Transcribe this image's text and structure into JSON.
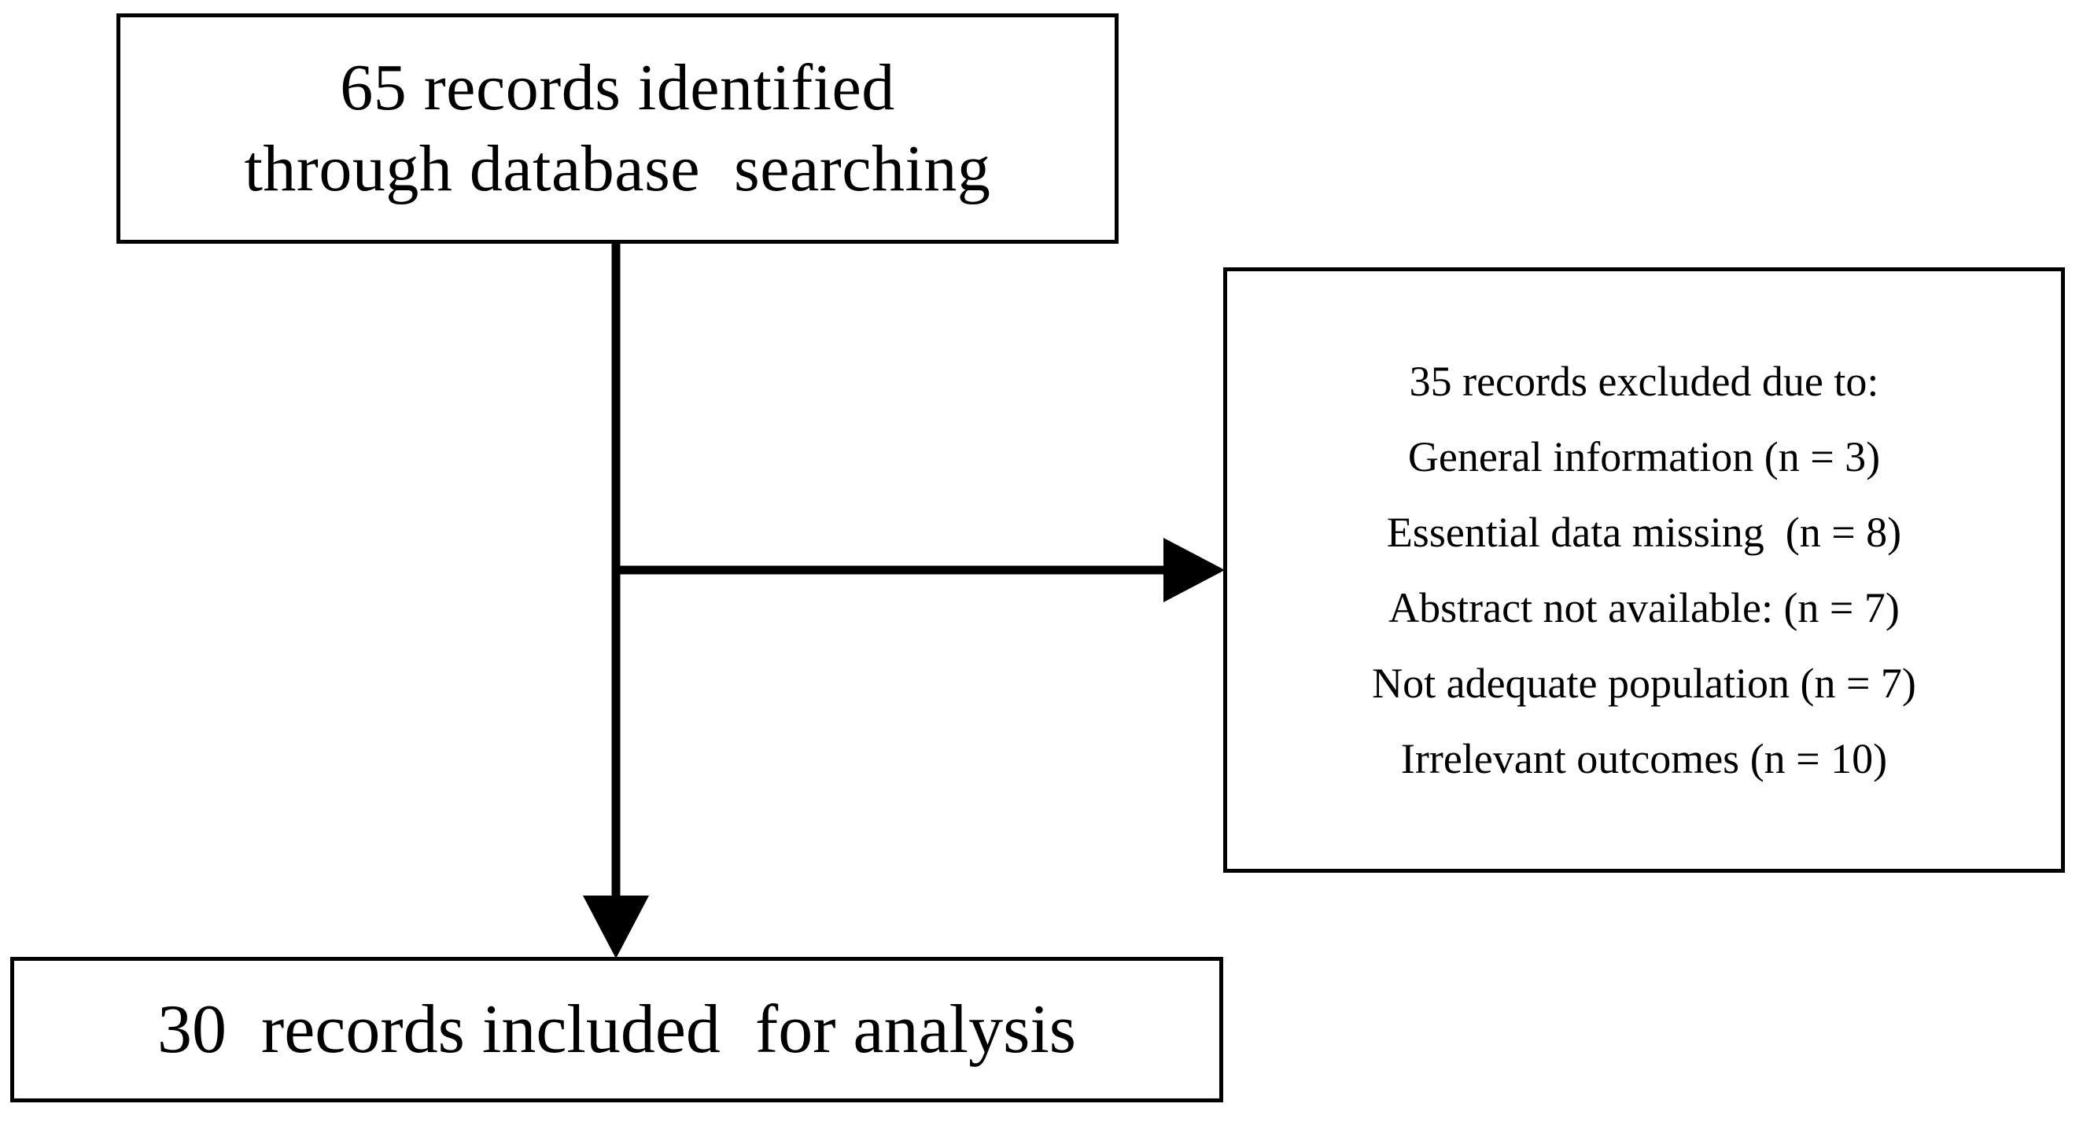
{
  "diagram": {
    "type": "prisma-flow-diagram",
    "background_color": "#ffffff",
    "line_color": "#000000",
    "text_color": "#000000",
    "nodes": {
      "identified": {
        "lines": [
          "65 records identified",
          "through database  searching"
        ]
      },
      "excluded": {
        "lines": [
          "35 records excluded due to:",
          "General information (n = 3)",
          "Essential data missing  (n = 8)",
          "Abstract not available: (n = 7)",
          "Not adequate population (n = 7)",
          "Irrelevant outcomes (n = 10)"
        ]
      },
      "included": {
        "lines": [
          "30  records included  for analysis"
        ]
      }
    },
    "connectors": {
      "identified_to_included": "vertical-arrow-down",
      "identified_to_excluded": "horizontal-arrow-right"
    },
    "counts": {
      "records_identified": 65,
      "records_excluded": 35,
      "records_included": 30,
      "excluded_general_information": 3,
      "excluded_essential_data_missing": 8,
      "excluded_abstract_not_available": 7,
      "excluded_not_adequate_population": 7,
      "excluded_irrelevant_outcomes": 10
    }
  }
}
